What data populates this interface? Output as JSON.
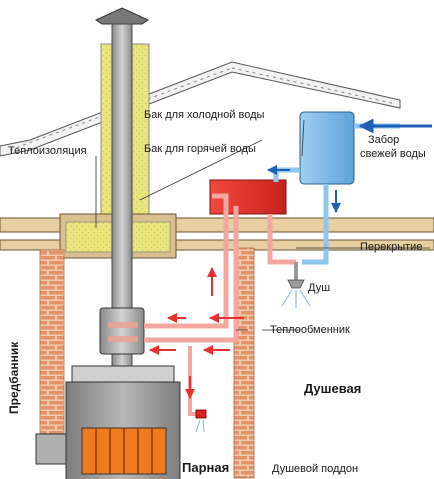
{
  "labels": {
    "cold_tank": "Бак для холодной воды",
    "hot_tank": "Бак для горячей воды",
    "insulation": "Теплоизоляция",
    "fresh_water_line1": "Забор",
    "fresh_water_line2": "свежей воды",
    "ceiling": "Перекрытие",
    "shower_head": "Душ",
    "heat_exchanger": "Теплообменник",
    "dressing_room": "Предбанник",
    "shower_room": "Душевая",
    "steam_room": "Парная",
    "shower_tray": "Душевой поддон"
  },
  "colors": {
    "cold_tank": "#8ec6ee",
    "hot_tank": "#e8322d",
    "insulation": "#e8e27a",
    "chimney": "#9a9a9a",
    "stove_door": "#f07a1e",
    "brick": "#e49a72",
    "hot_flow_arrow": "#e83030",
    "cold_flow_arrow": "#1f5fb8",
    "floor_board": "#e7cfa2"
  }
}
